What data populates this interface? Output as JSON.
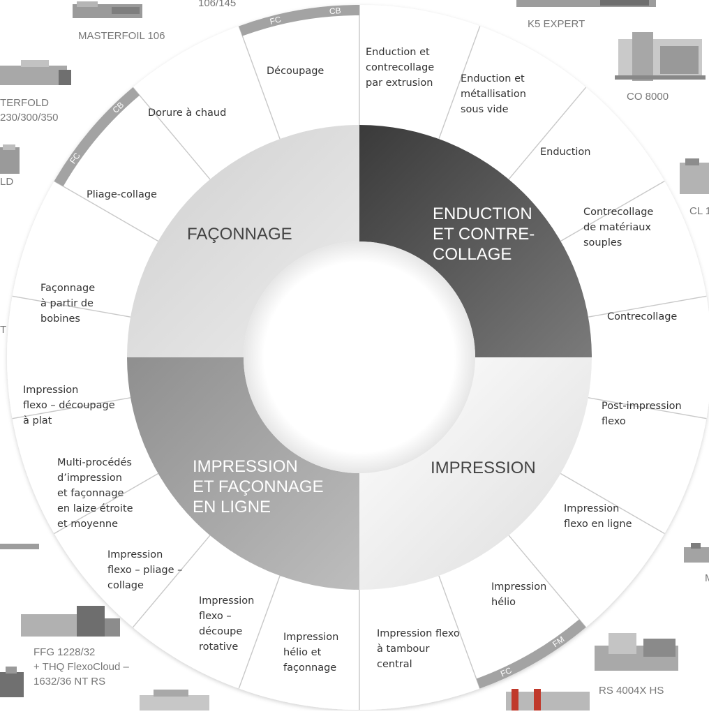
{
  "segments": {
    "s0": [
      "Enduction et",
      "contrecollage",
      "par extrusion"
    ],
    "s1": [
      "Enduction et",
      "métallisation",
      "sous vide"
    ],
    "s2": [
      "Enduction"
    ],
    "s3": [
      "Contrecollage",
      "de matériaux",
      "souples"
    ],
    "s4": [
      "Contrecollage"
    ],
    "s5": [
      "Post-impression",
      "flexo"
    ],
    "s6": [
      "Impression",
      "flexo en ligne"
    ],
    "s7": [
      "Impression",
      "hélio"
    ],
    "s8": [
      "Impression flexo",
      "à tambour",
      "central"
    ],
    "s9": [
      "Impression",
      "hélio et",
      "façonnage"
    ],
    "s10": [
      "Impression",
      "flexo –",
      "découpe",
      "rotative"
    ],
    "s11": [
      "Impression",
      "flexo – pliage –",
      "collage"
    ],
    "s12": [
      "Multi-procédés",
      "d’impression",
      "et façonnage",
      "en laize étroite",
      "et moyenne"
    ],
    "s13": [
      "Impression",
      "flexo – découpage",
      "à plat"
    ],
    "s14": [
      "Façonnage",
      "à partir de",
      "bobines"
    ],
    "s15": [
      "Pliage-collage"
    ],
    "s16": [
      "Dorure à chaud"
    ],
    "s17": [
      "Découpage"
    ]
  },
  "core": {
    "q1": [
      "ENDUCTION",
      "ET CONTRE-",
      "COLLAGE"
    ],
    "q2": [
      "IMPRESSION"
    ],
    "q3": [
      "IMPRESSION",
      "ET FAÇONNAGE",
      "EN LIGNE"
    ],
    "q4": [
      "FAÇONNAGE"
    ]
  },
  "bands": {
    "top": [
      "FC",
      "CB"
    ],
    "left": [
      "FC",
      "CB"
    ],
    "bottom": [
      "FC",
      "FM"
    ]
  },
  "machines": {
    "masterfoil": "MASTERFOIL 106",
    "masterfoil_top": "106/145",
    "k5": "K5 EXPERT",
    "co8000": "CO 8000",
    "cl": "CL 1",
    "masterfold": [
      "TERFOLD",
      "230/300/350"
    ],
    "ld": "LD",
    "t": "T",
    "m_right": "M",
    "ffg": [
      "FFG 1228/32",
      "+ THQ FlexoCloud –",
      "1632/36 NT RS"
    ],
    "rs": "RS 4004X HS"
  },
  "colors": {
    "q1_dark": "#4a4a4a",
    "q2_light": "#f3f3f3",
    "q3_mid": "#a9a9a9",
    "q4_light": "#dadada",
    "band": "#a3a3a3",
    "divider": "#c8c8c8"
  }
}
